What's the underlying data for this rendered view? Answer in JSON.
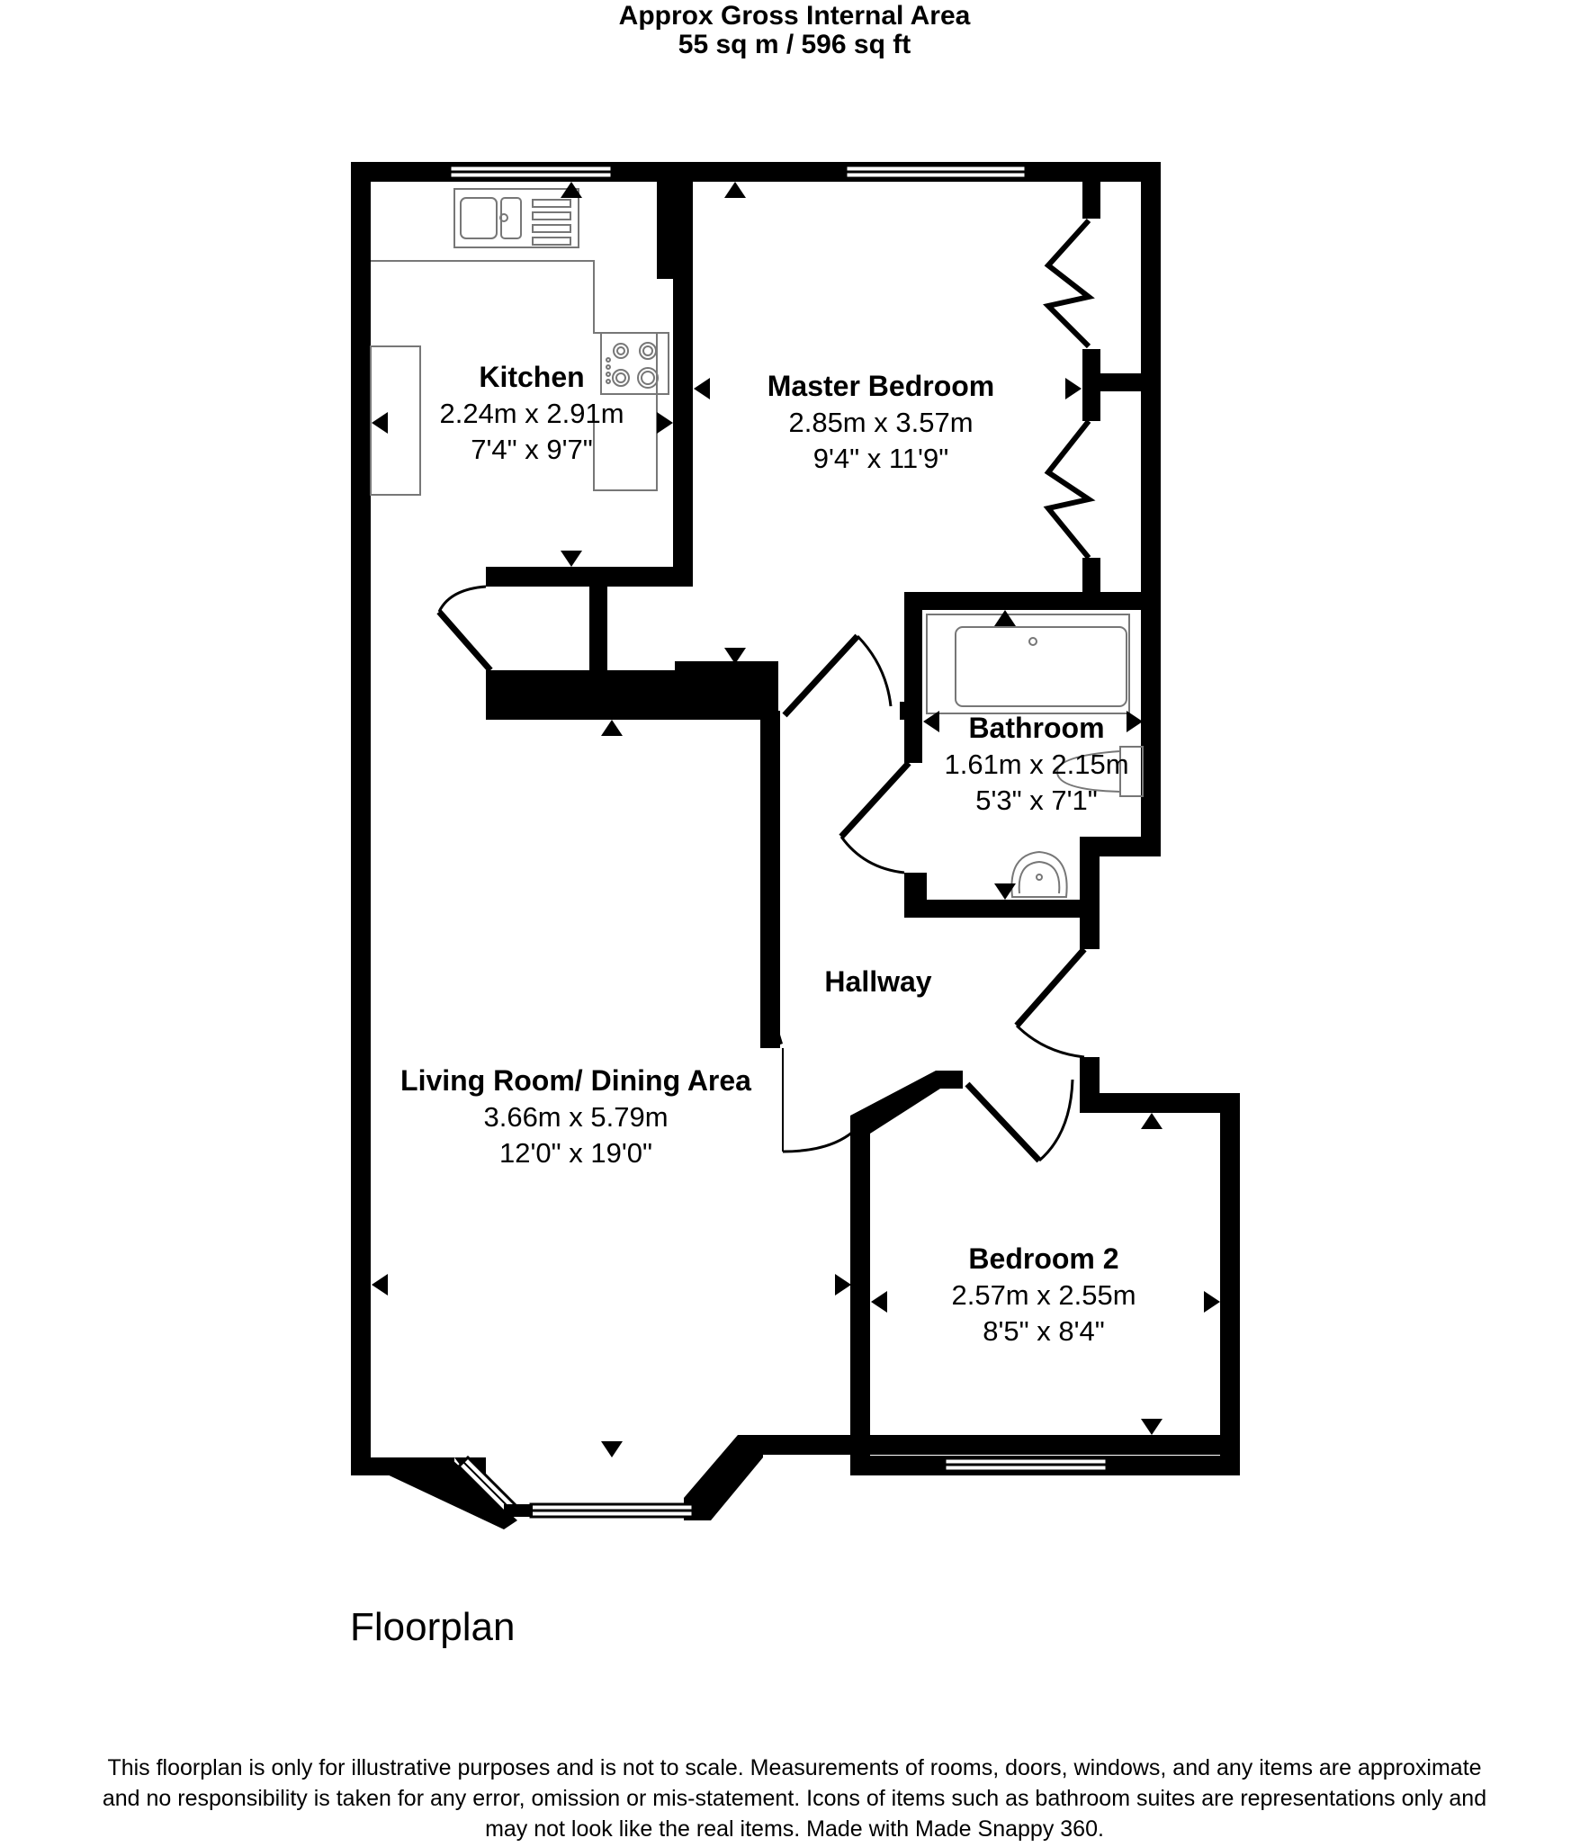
{
  "header": {
    "line1": "Approx Gross Internal Area",
    "line2": "55 sq m / 596 sq ft"
  },
  "rooms": {
    "kitchen": {
      "name": "Kitchen",
      "metric": "2.24m x 2.91m",
      "imperial": "7'4\" x 9'7\""
    },
    "master_bedroom": {
      "name": "Master Bedroom",
      "metric": "2.85m x 3.57m",
      "imperial": "9'4\" x 11'9\""
    },
    "bathroom": {
      "name": "Bathroom",
      "metric": "1.61m x 2.15m",
      "imperial": "5'3\" x 7'1\""
    },
    "hallway": {
      "name": "Hallway"
    },
    "living_room": {
      "name": "Living Room/ Dining Area",
      "metric": "3.66m x 5.79m",
      "imperial": "12'0\" x 19'0\""
    },
    "bedroom2": {
      "name": "Bedroom 2",
      "metric": "2.57m x 2.55m",
      "imperial": "8'5\" x 8'4\""
    }
  },
  "plan_label": "Floorplan",
  "disclaimer": {
    "line1": "This floorplan is only for illustrative purposes and is not to scale. Measurements of rooms, doors, windows, and any items are approximate",
    "line2": "and no responsibility is taken for any error, omission or mis-statement. Icons of items such as bathroom suites are representations only and",
    "line3": "may not look like the real items. Made with Made Snappy 360."
  },
  "colors": {
    "wall": "#000000",
    "fixture": "#777777",
    "background": "#ffffff"
  }
}
